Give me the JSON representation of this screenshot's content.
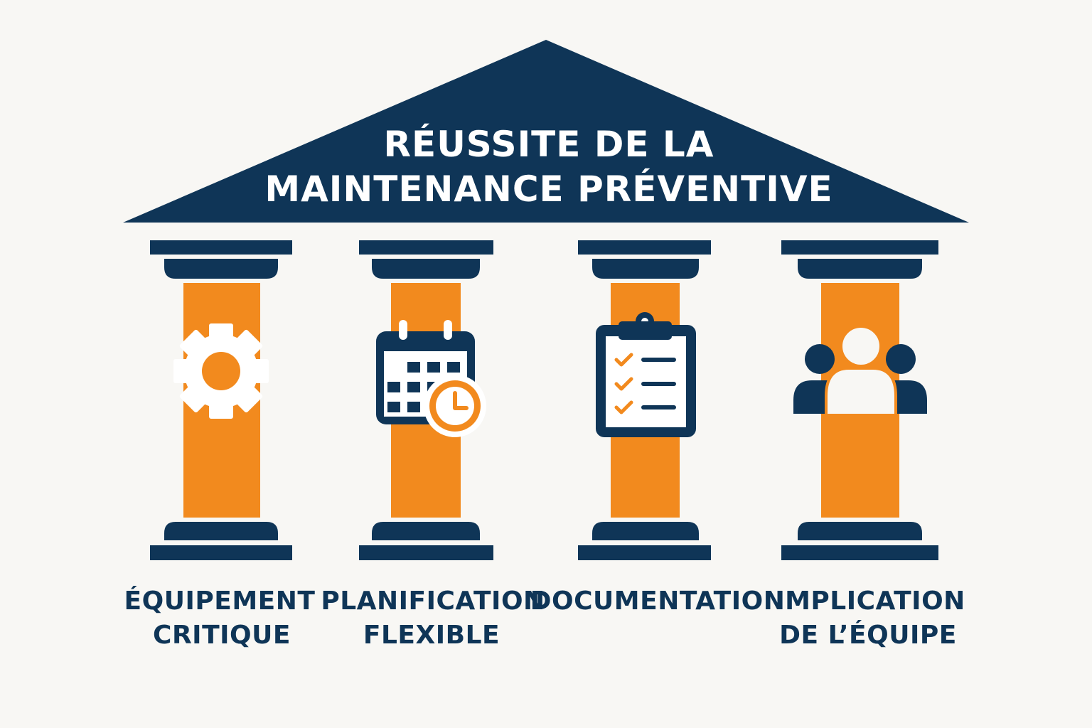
{
  "title": {
    "line1": "RÉUSSITE DE LA",
    "line2": "MAINTENANCE PRÉVENTIVE"
  },
  "colors": {
    "navy": "#0f3557",
    "orange": "#f28a1e",
    "background": "#f8f7f4",
    "white": "#ffffff"
  },
  "pillars": [
    {
      "icon": "gear-icon",
      "label_line1": "ÉQUIPEMENT",
      "label_line2": "CRITIQUE"
    },
    {
      "icon": "calendar-clock-icon",
      "label_line1": "PLANIFICATION",
      "label_line2": "FLEXIBLE"
    },
    {
      "icon": "clipboard-checklist-icon",
      "label_line1": "DOCUMENTATION",
      "label_line2": ""
    },
    {
      "icon": "team-icon",
      "label_line1": "IMPLICATION",
      "label_line2": "DE L’ÉQUIPE"
    }
  ]
}
